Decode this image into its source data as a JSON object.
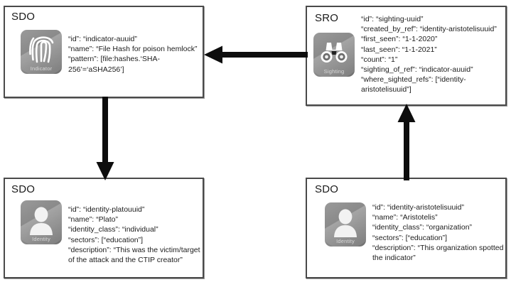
{
  "diagram": {
    "title": "STIX Indicator / Sighting / Identity relationship diagram",
    "background": "#ffffff",
    "stroke_color": "#4a4a4a",
    "arrow_color": "#0d0d0d",
    "icon_tile_color": "#7d7d7d"
  },
  "nodes": [
    {
      "key": "indicator",
      "type_label": "SDO",
      "icon_name": "fingerprint-icon",
      "icon_label": "Indicator",
      "properties": "“id”: “indicator-auuid”\n“name”: “File Hash for poison hemlock”\n“pattern”: [file:hashes.‘SHA-256’=‘aSHA256’]"
    },
    {
      "key": "sighting",
      "type_label": "SRO",
      "icon_name": "binoculars-icon",
      "icon_label": "Sighting",
      "properties": "“id”: “sighting-uuid”\n“created_by_ref”: “identity-aristotelisuuid”\n“first_seen”: “1-1-2020”\n“last_seen”: “1-1-2021”\n“count”: “1”\n“sighting_of_ref”: “indicator-auuid”\n“where_sighted_refs”: [“identity-aristotelisuuid”]"
    },
    {
      "key": "identity_plato",
      "type_label": "SDO",
      "icon_name": "person-identity-icon",
      "icon_label": "Identity",
      "properties": "“id”: “identity-platouuid”\n“name”: “Plato”\n“identity_class”: “individual”\n“sectors”: [“education”]\n“description”: “This was the victim/target of the attack and the CTIP creator”"
    },
    {
      "key": "identity_aristotelis",
      "type_label": "SDO",
      "icon_name": "person-identity-icon",
      "icon_label": "Identity",
      "properties": "“id”: “identity-aristotelisuuid”\n“name”: “Aristotelis”\n“identity_class”: “organization”\n“sectors”: [“education”]\n“description”: “This organization spotted the indicator”"
    }
  ],
  "edges": [
    {
      "key": "sighting-to-indicator",
      "direction": "left",
      "from": "sighting",
      "to": "indicator"
    },
    {
      "key": "indicator-to-identity-plato",
      "direction": "down",
      "from": "indicator",
      "to": "identity_plato"
    },
    {
      "key": "identity-aristotelis-to-sighting",
      "direction": "up",
      "from": "identity_aristotelis",
      "to": "sighting"
    }
  ]
}
